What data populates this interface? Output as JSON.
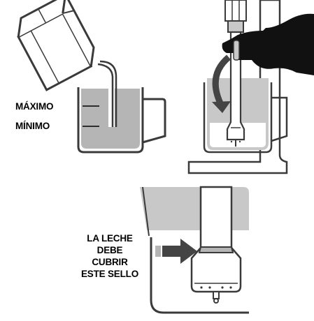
{
  "panel1": {
    "label_max": "MÁXIMO",
    "label_min": "MÍNIMO"
  },
  "panel3": {
    "cover_label_lines": [
      "LA LECHE",
      "DEBE",
      "CUBRIR",
      "ESTE SELLO"
    ]
  },
  "colors": {
    "milk_fill": "#b5b5b5",
    "machine_gray": "#c8c8c8",
    "outline": "#3a3a3a",
    "hand": "#111111",
    "arrow": "#444444"
  }
}
